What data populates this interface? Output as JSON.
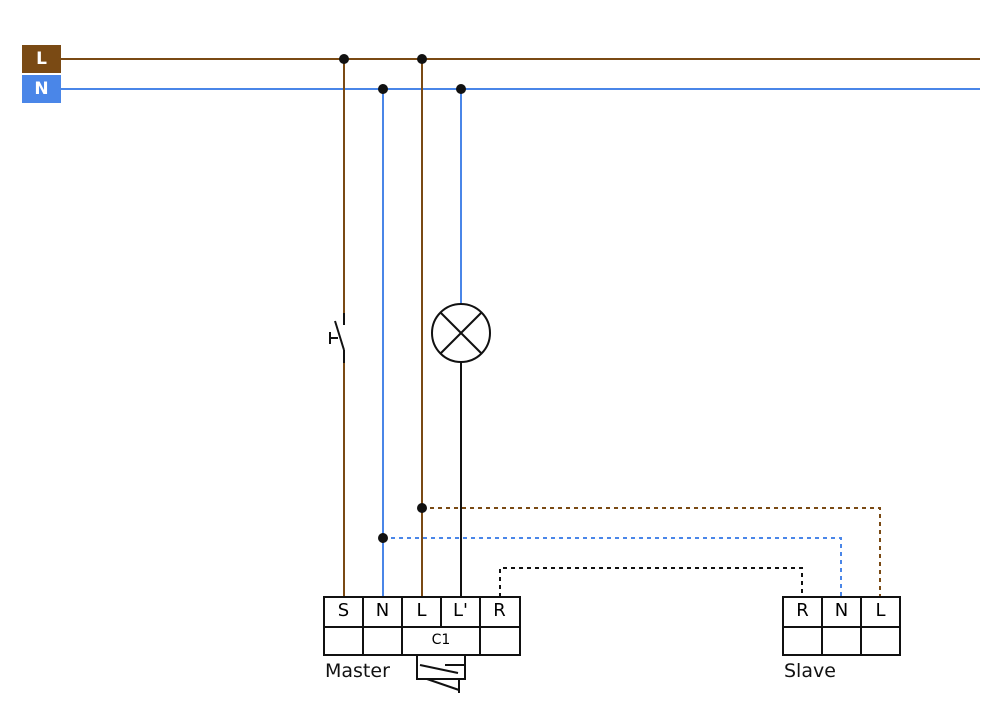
{
  "colors": {
    "live": "#7a4a14",
    "neutral": "#4a86e8",
    "control": "#111111"
  },
  "bus": {
    "live_label": "L",
    "neutral_label": "N"
  },
  "master": {
    "label": "Master",
    "terminals": [
      "S",
      "N",
      "L",
      "L'",
      "R"
    ],
    "contact_label": "C1"
  },
  "slave": {
    "label": "Slave",
    "terminals": [
      "R",
      "N",
      "L"
    ]
  }
}
